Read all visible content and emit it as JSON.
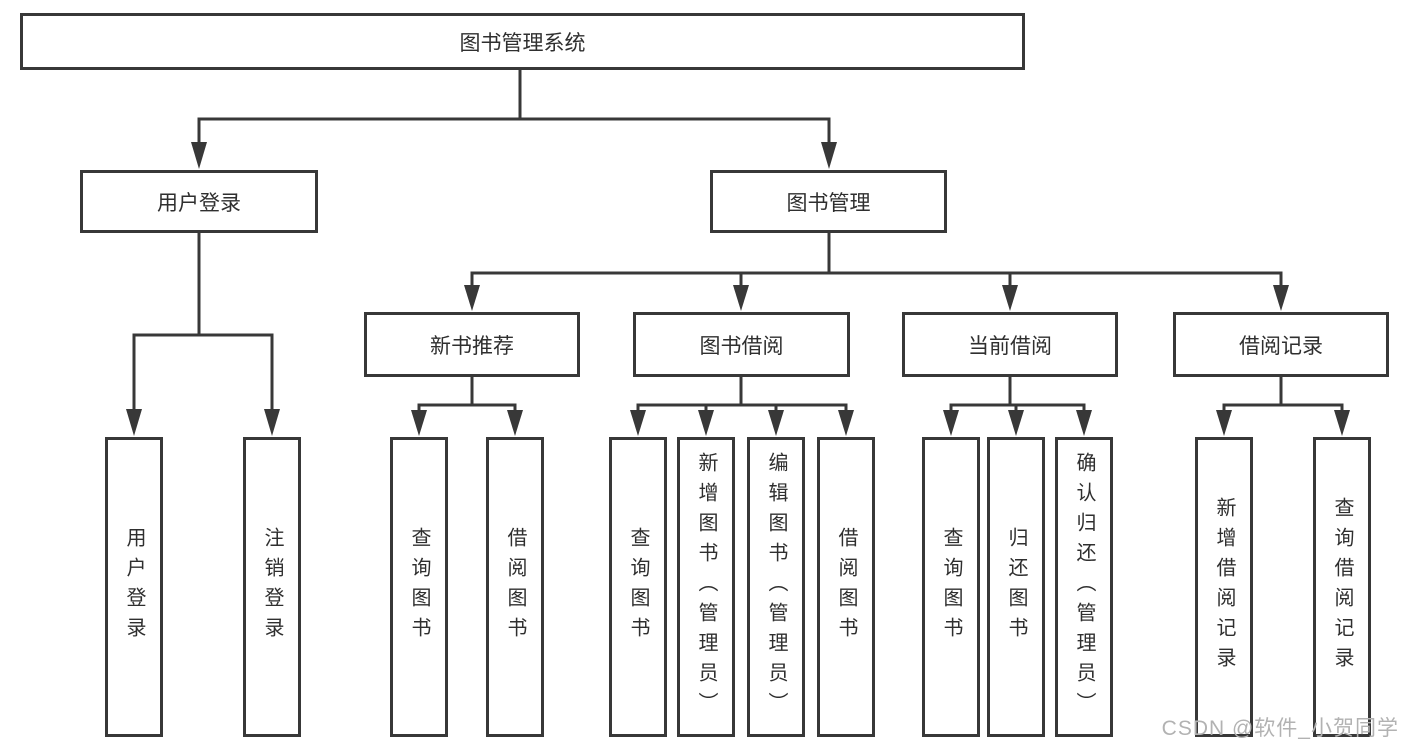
{
  "diagram": {
    "root": {
      "label": "图书管理系统"
    },
    "branches": [
      {
        "label": "用户登录",
        "children": [
          {
            "label": "用户登录"
          },
          {
            "label": "注销登录"
          }
        ]
      },
      {
        "label": "图书管理",
        "children": [
          {
            "label": "新书推荐",
            "children": [
              {
                "label": "查询图书"
              },
              {
                "label": "借阅图书"
              }
            ]
          },
          {
            "label": "图书借阅",
            "children": [
              {
                "label": "查询图书"
              },
              {
                "label": "新增图书（管理员）"
              },
              {
                "label": "编辑图书（管理员）"
              },
              {
                "label": "借阅图书"
              }
            ]
          },
          {
            "label": "当前借阅",
            "children": [
              {
                "label": "查询图书"
              },
              {
                "label": "归还图书"
              },
              {
                "label": "确认归还（管理员）"
              }
            ]
          },
          {
            "label": "借阅记录",
            "children": [
              {
                "label": "新增借阅记录"
              },
              {
                "label": "查询借阅记录"
              }
            ]
          }
        ]
      }
    ]
  },
  "watermark": {
    "text": "CSDN @软件_小贺同学"
  },
  "colors": {
    "line": "#383838",
    "text": "#2f2f2f",
    "box_fill": "#ffffff",
    "background": "#ffffff",
    "watermark": "#b2b2b2"
  }
}
